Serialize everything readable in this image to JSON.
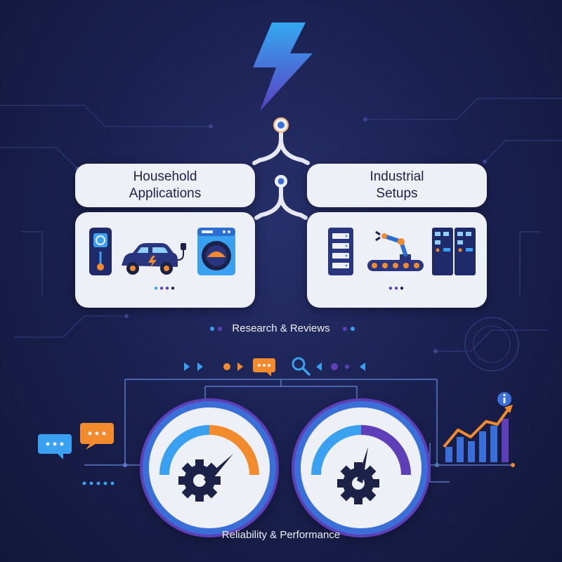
{
  "household": {
    "title": "Household\nApplications",
    "icons": [
      "thermostat-icon",
      "electric-car-icon",
      "washing-machine-icon"
    ]
  },
  "industrial": {
    "title": "Industrial\nSetups",
    "icons": [
      "server-rack-icon",
      "robotic-arm-conveyor-icon",
      "control-panel-icon"
    ]
  },
  "research_label": "Research & Reviews",
  "reliability_label": "Reliability & Performance",
  "colors": {
    "background": "#1b2152",
    "card": "#eef0f8",
    "blue": "#3aa0f0",
    "orange": "#f28a2e",
    "purple": "#5f3fb8",
    "navy": "#1c2148"
  }
}
